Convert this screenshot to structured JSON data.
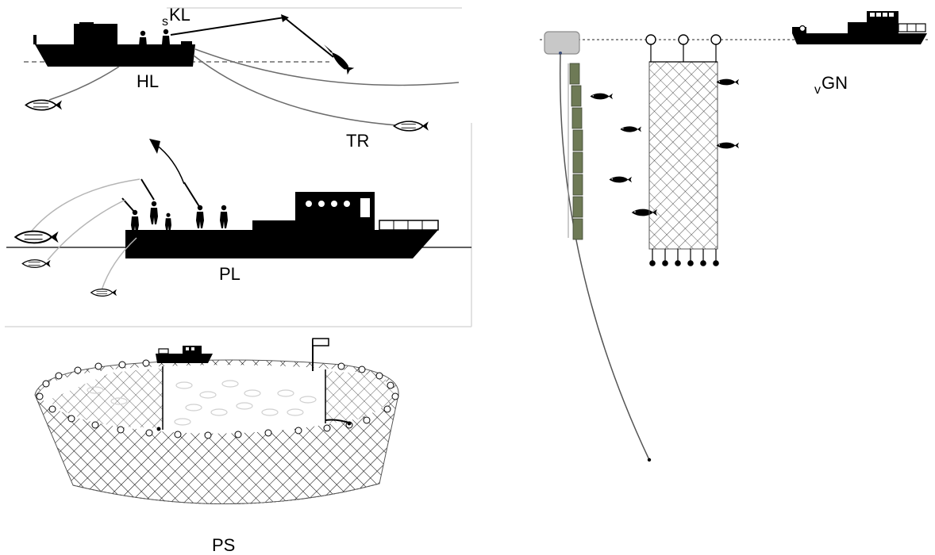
{
  "labels": {
    "skl_prefix": "s",
    "skl_main": "KL",
    "hl": "HL",
    "tr": "TR",
    "pl": "PL",
    "ps": "PS",
    "vgn_prefix": "v",
    "vgn_main": "GN"
  },
  "colors": {
    "ink": "#000000",
    "sea_line": "#6b6b6b",
    "buoy": "#c8c8c8",
    "net_mesh": "#000000",
    "fad_leaf": "#6e7a56",
    "panel_border": "#d9d9d9",
    "fish_school": "#d0d0d0"
  },
  "icons": {
    "boat": "boat-silhouette",
    "fish": "fish-silhouette",
    "fisher": "fisher-silhouette",
    "flag": "marker-flag",
    "float": "net-float",
    "sinker": "net-sinker"
  }
}
